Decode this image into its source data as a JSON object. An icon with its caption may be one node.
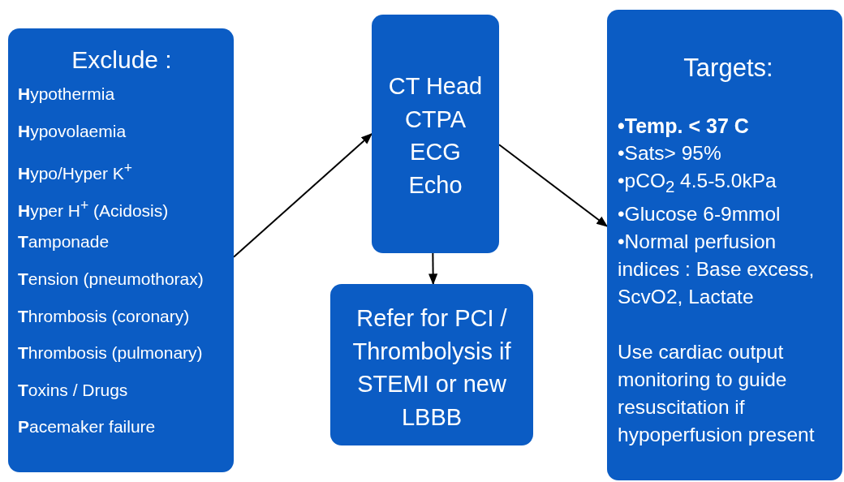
{
  "diagram": {
    "nodes": [
      {
        "text": [
          "Exclude :",
          "**H**ypothermia",
          "**H**ypovolaemia",
          "**H**ypo/Hyper K$^{+}$",
          "**H**yper H$^{+}$ (Acidosis)",
          "**T**amponade",
          "**T**ension (pneumothorax)",
          "**T**hrombosis (coronary)",
          "**T**hrombosis (pulmonary)",
          "**T**oxins / Drugs",
          "**P**acemaker  failure"
        ]
      },
      {
        "text": [
          "CT Head",
          "CTPA",
          "ECG",
          "Echo"
        ]
      },
      {
        "text": [
          "Refer for PCI / Thrombolysis if STEMI or new LBBB"
        ]
      },
      {
        "text": [
          "Targets:",
          "•Temp. < 37 C",
          "•Sats> 95%",
          "•pCO$_{2}$ 4.5-5.0kPa",
          "•Glucose 6-9mmol",
          "•Normal perfusion indices : Base excess, ScvO2, Lactate",
          "Use cardiac output monitoring to guide resuscitation if hypoperfusion present"
        ]
      }
    ],
    "edges": [
      {
        "from": 0,
        "to": 1,
        "arrow": "to"
      },
      {
        "from": 1,
        "to": 3,
        "arrow": "to"
      },
      {
        "from": 1,
        "to": 2,
        "arrow": "to"
      }
    ]
  }
}
